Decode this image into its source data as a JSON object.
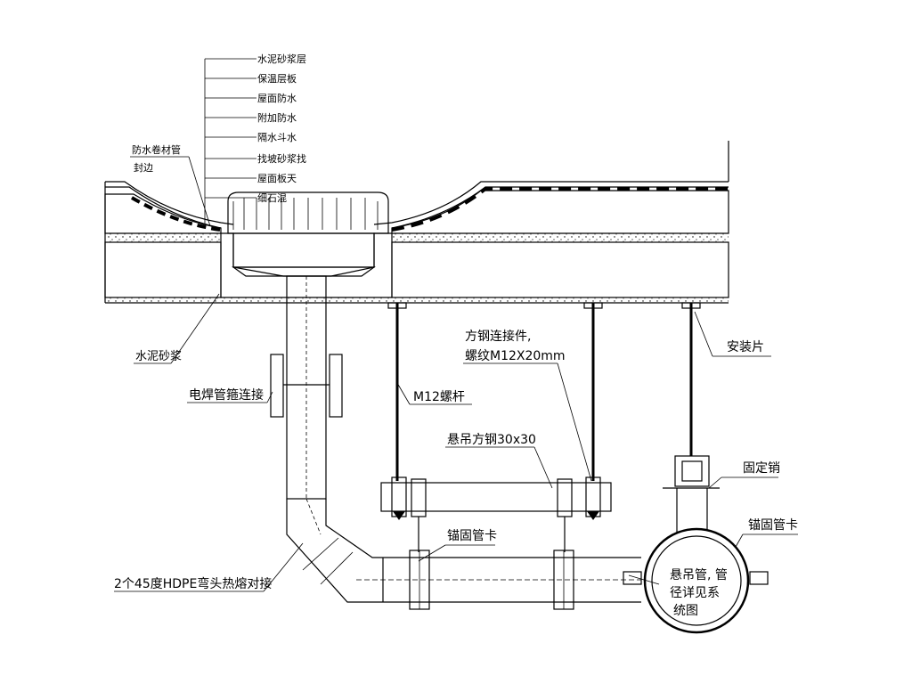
{
  "labels": {
    "layer_cement_mortar_top": "水泥砂浆层",
    "layer_insulation_board": "保温层板",
    "layer_roof_waterproof": "屋面防水",
    "layer_additional_waterproof": "附加防水",
    "layer_drain_stone": "隔水斗水",
    "layer_cement_mortar_leveling": "找坡砂浆找",
    "layer_roof_slab": "屋面板天",
    "layer_gravel": "细石混",
    "waterproof_coil_edge_1": "防水卷材管",
    "waterproof_coil_edge_2": "封边",
    "cement_mortar": "水泥砂浆",
    "electrofusion_coupling": "电焊管箍连接",
    "m12_bolt": "M12螺杆",
    "square_steel_connector_1": "方钢连接件,",
    "square_steel_connector_2": "螺纹M12X20mm",
    "hanging_square_steel": "悬吊方钢30x30",
    "anchor_pipe_clamp_left": "锚固管卡",
    "elbow_note": "2个45度HDPE弯头热熔对接",
    "mounting_plate": "安装片",
    "fixed_pin": "固定销",
    "anchor_pipe_clamp_right": "锚固管卡",
    "pipe_note_1": "悬吊管, 管",
    "pipe_note_2": "径详见系",
    "pipe_note_3": "统图"
  },
  "colors": {
    "line": "#000000",
    "hatch": "#000000",
    "background": "#ffffff"
  }
}
